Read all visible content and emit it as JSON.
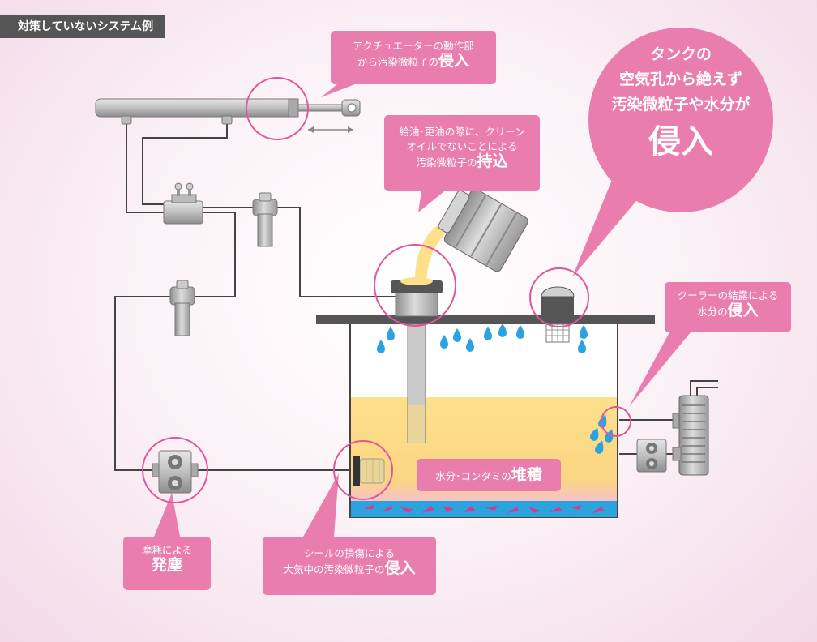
{
  "header": {
    "tag": "対策していないシステム例"
  },
  "callouts": {
    "actuator": {
      "line1": "アクチュエーターの動作部",
      "line2": "から汚染微粒子の",
      "emph": "侵入"
    },
    "refuel": {
      "line1": "給油･更油の際に、クリーン",
      "line2": "オイルでないことによる",
      "line3": "汚染微粒子の",
      "emph": "持込"
    },
    "breather": {
      "line1": "タンクの",
      "line2": "空気孔から絶えず",
      "line3": "汚染微粒子や水分が",
      "emph": "侵入"
    },
    "cooler": {
      "line1": "クーラーの結露による",
      "line2": "水分の",
      "emph": "侵入"
    },
    "wear": {
      "line1": "摩耗による",
      "emph": "発塵"
    },
    "seal": {
      "line1": "シールの損傷による",
      "line2": "大気中の汚染微粒子の",
      "emph": "侵入"
    },
    "sediment": {
      "line1": "水分･コンタミの",
      "emph": "堆積"
    }
  },
  "colors": {
    "pink": "#e97eae",
    "circle": "#e0569b",
    "oil": "#fde08a",
    "water": "#2aa3df",
    "pipe": "#444444",
    "metal": "#b9b9b9",
    "tag_bg": "#555555",
    "sediment": "#d93a8b"
  }
}
